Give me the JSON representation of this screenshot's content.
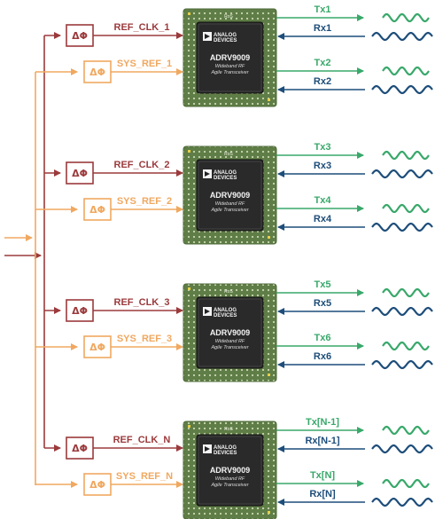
{
  "colors": {
    "ref": "#9b3a3c",
    "sys": "#f0a860",
    "tx": "#38a86a",
    "rx": "#1d4d7a",
    "chip_outer": "#6e8a52",
    "chip_inner": "#2a2a2a"
  },
  "chip": {
    "brand_line1": "ANALOG",
    "brand_line2": "DEVICES",
    "part": "ADRV9009",
    "desc1": "Wideband RF",
    "desc2": "Agile Transceiver",
    "corner_mark": "RoS"
  },
  "phase_symbol": "ΔΦ",
  "channels": [
    {
      "ref": "REF_CLK_1",
      "sys": "SYS_REF_1",
      "tx_a": "Tx1",
      "rx_a": "Rx1",
      "tx_b": "Tx2",
      "rx_b": "Rx2"
    },
    {
      "ref": "REF_CLK_2",
      "sys": "SYS_REF_2",
      "tx_a": "Tx3",
      "rx_a": "Rx3",
      "tx_b": "Tx4",
      "rx_b": "Rx4"
    },
    {
      "ref": "REF_CLK_3",
      "sys": "SYS_REF_3",
      "tx_a": "Tx5",
      "rx_a": "Rx5",
      "tx_b": "Tx6",
      "rx_b": "Rx6"
    },
    {
      "ref": "REF_CLK_N",
      "sys": "SYS_REF_N",
      "tx_a": "Tx[N-1]",
      "rx_a": "Rx[N-1]",
      "tx_b": "Tx[N]",
      "rx_b": "Rx[N]"
    }
  ]
}
